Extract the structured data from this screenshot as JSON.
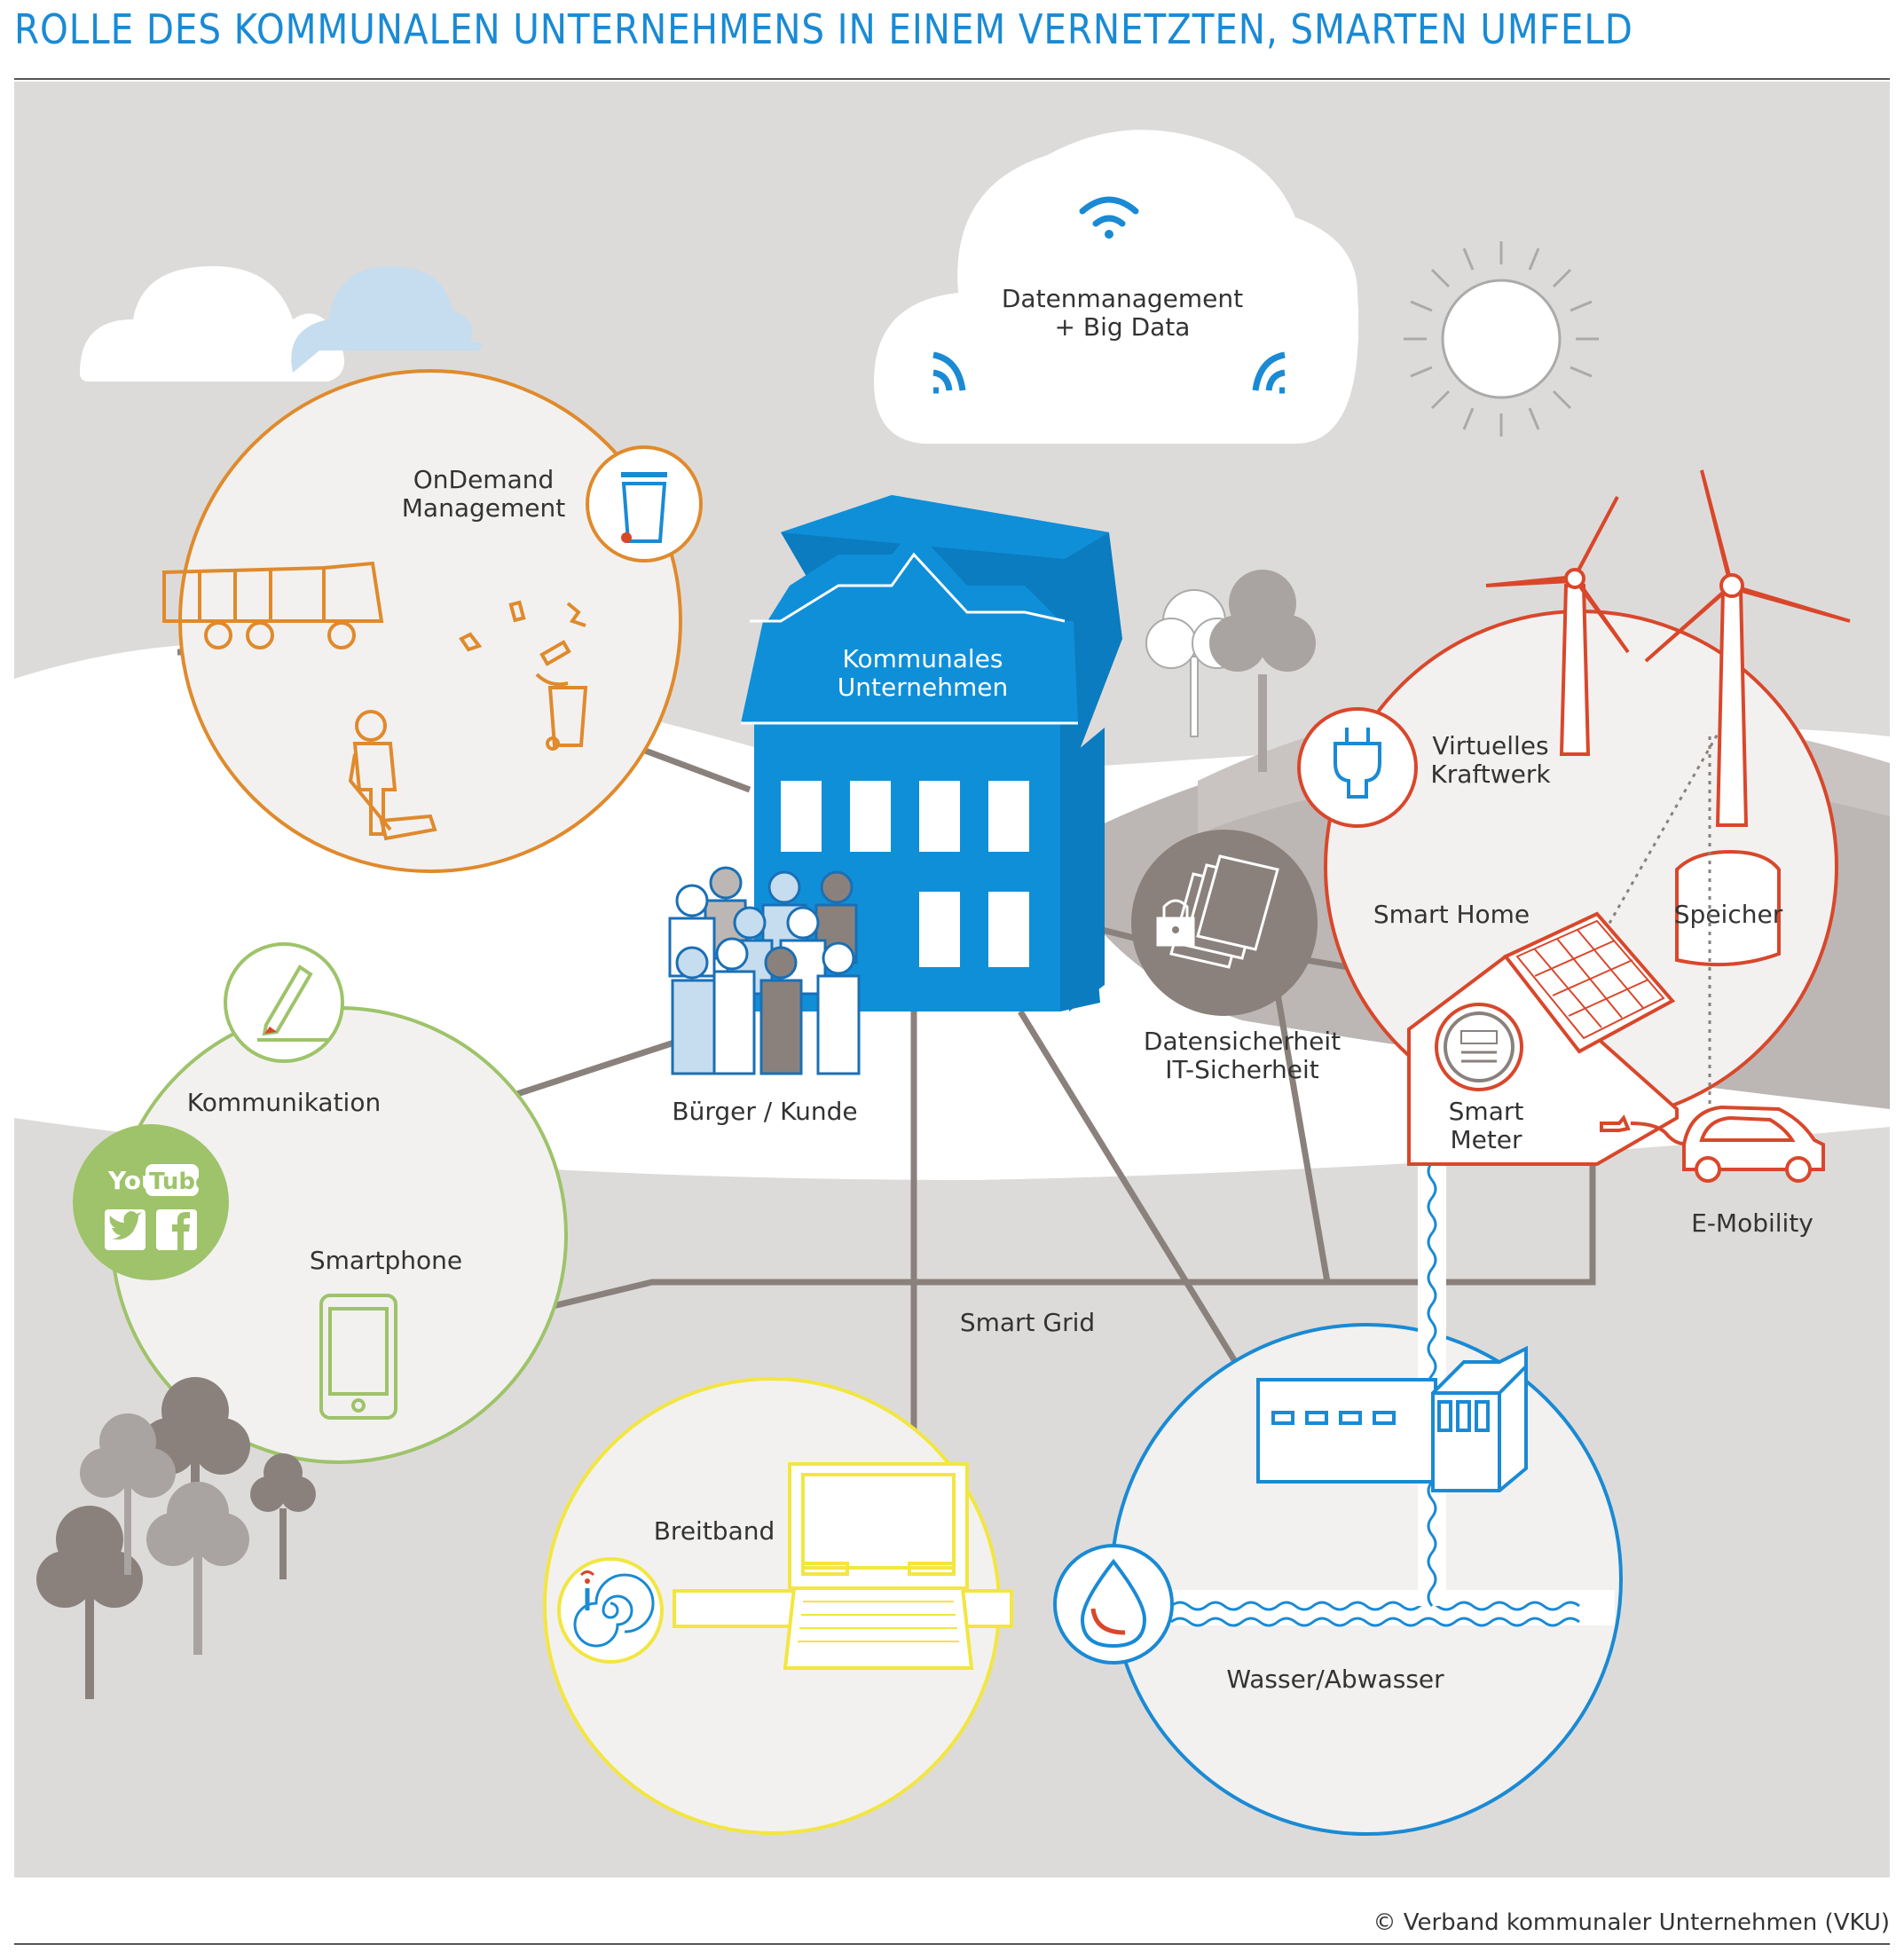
{
  "title": "ROLLE DES KOMMUNALEN UNTERNEHMENS IN EINEM VERNETZTEN, SMARTEN UMFELD",
  "copyright": "© Verband kommunaler Unternehmen (VKU)",
  "labels": {
    "cloud_line1": "Datenmanagement",
    "cloud_line2": "+ Big Data",
    "ondemand_line1": "OnDemand",
    "ondemand_line2": "Management",
    "kommunales_line1": "Kommunales",
    "kommunales_line2": "Unternehmen",
    "buerger": "Bürger / Kunde",
    "virtuelles_line1": "Virtuelles",
    "virtuelles_line2": "Kraftwerk",
    "smart_home": "Smart Home",
    "speicher": "Speicher",
    "smart_meter_line1": "Smart",
    "smart_meter_line2": "Meter",
    "datensicherheit_line1": "Datensicherheit",
    "datensicherheit_line2": "IT-Sicherheit",
    "emobility": "E-Mobility",
    "kommunikation": "Kommunikation",
    "smartphone": "Smartphone",
    "smart_grid": "Smart Grid",
    "breitband": "Breitband",
    "wasser": "Wasser/Abwasser",
    "youtube_you": "You",
    "youtube_tube": "Tube"
  },
  "colors": {
    "ondemand": "#e08a2c",
    "kommunikation": "#9ec36a",
    "breitband": "#f2e640",
    "wasser": "#1a8ad4",
    "energy": "#d9472b",
    "building": "#0f8fd8",
    "grid_line": "#8a817c"
  }
}
